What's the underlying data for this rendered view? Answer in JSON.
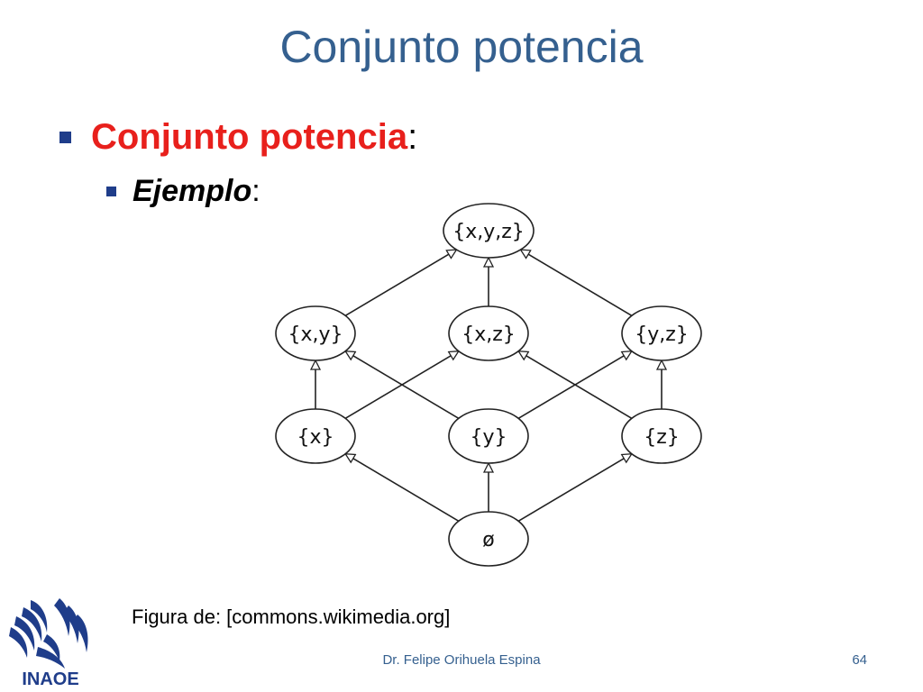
{
  "slide": {
    "title": "Conjunto potencia"
  },
  "bullets": {
    "level1_term": "Conjunto potencia",
    "level1_suffix": ":",
    "level2_term": "Ejemplo",
    "level2_suffix": ":"
  },
  "diagram": {
    "nodes": [
      {
        "id": "xyz",
        "label": "{x,y,z}"
      },
      {
        "id": "xy",
        "label": "{x,y}"
      },
      {
        "id": "xz",
        "label": "{x,z}"
      },
      {
        "id": "yz",
        "label": "{y,z}"
      },
      {
        "id": "x",
        "label": "{x}"
      },
      {
        "id": "y",
        "label": "{y}"
      },
      {
        "id": "z",
        "label": "{z}"
      },
      {
        "id": "empty",
        "label": "ø"
      }
    ],
    "edges": [
      {
        "from": "xy",
        "to": "xyz"
      },
      {
        "from": "xz",
        "to": "xyz"
      },
      {
        "from": "yz",
        "to": "xyz"
      },
      {
        "from": "x",
        "to": "xy"
      },
      {
        "from": "x",
        "to": "xz"
      },
      {
        "from": "y",
        "to": "xy"
      },
      {
        "from": "y",
        "to": "yz"
      },
      {
        "from": "z",
        "to": "xz"
      },
      {
        "from": "z",
        "to": "yz"
      },
      {
        "from": "empty",
        "to": "x"
      },
      {
        "from": "empty",
        "to": "y"
      },
      {
        "from": "empty",
        "to": "z"
      }
    ]
  },
  "caption": "Figura de: [commons.wikimedia.org]",
  "footer": {
    "author": "Dr. Felipe Orihuela Espina",
    "page_number": "64"
  },
  "logo": {
    "text": "INAOE"
  },
  "colors": {
    "title": "#35608f",
    "accent_red": "#e8201c",
    "bullet": "#1f3d8a",
    "logo": "#1f3d8a"
  }
}
